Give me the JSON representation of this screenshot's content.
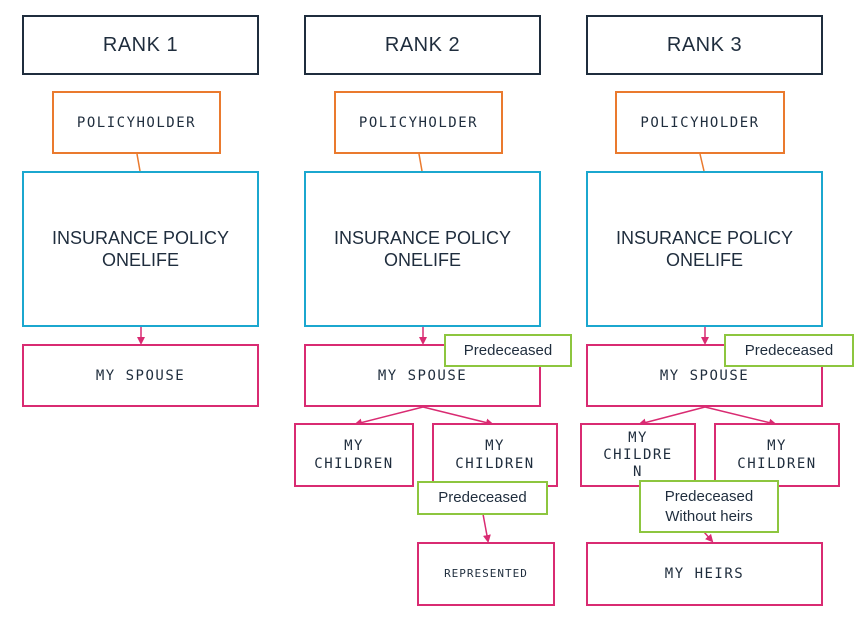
{
  "columns": [
    {
      "rank": "RANK 1",
      "holder": "POLICYHOLDER",
      "policy": [
        "INSURANCE POLICY",
        "ONELIFE"
      ],
      "spouse": "MY SPOUSE"
    },
    {
      "rank": "RANK 2",
      "holder": "POLICYHOLDER",
      "policy": [
        "INSURANCE POLICY",
        "ONELIFE"
      ],
      "spouse": "MY SPOUSE",
      "spouse_status": "Predeceased",
      "children": [
        [
          "MY",
          "CHILDREN"
        ],
        [
          "MY",
          "CHILDREN"
        ]
      ],
      "child_status": "Predeceased",
      "result": "REPRESENTED"
    },
    {
      "rank": "RANK 3",
      "holder": "POLICYHOLDER",
      "policy": [
        "INSURANCE POLICY",
        "ONELIFE"
      ],
      "spouse": "MY SPOUSE",
      "spouse_status": "Predeceased",
      "children": [
        [
          "MY",
          "CHILDRE",
          "N"
        ],
        [
          "MY",
          "CHILDREN"
        ]
      ],
      "child_status": [
        "Predeceased",
        "Without heirs"
      ],
      "result": "MY HEIRS"
    }
  ],
  "colors": {
    "rank_border": "#1f2d3d",
    "holder_border": "#ea7a2e",
    "policy_border": "#1ba7cf",
    "person_border": "#d92b72",
    "status_border": "#8dc63f",
    "text": "#1f2d3d"
  }
}
